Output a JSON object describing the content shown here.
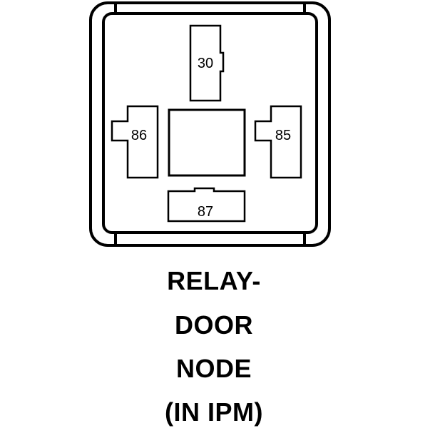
{
  "diagram": {
    "pins": {
      "pin_30": "30",
      "pin_86": "86",
      "pin_85": "85",
      "pin_87": "87"
    },
    "caption": {
      "line1": "RELAY-",
      "line2": "DOOR",
      "line3": "NODE",
      "line4": "(IN IPM)"
    },
    "colors": {
      "stroke": "#000000",
      "background": "#ffffff"
    }
  }
}
